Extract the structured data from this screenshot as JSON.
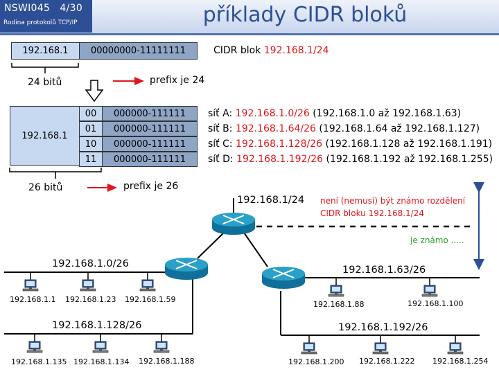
{
  "header": {
    "course": "NSWI045   4/30",
    "subtitle": "Rodina protokolů TCP/IP",
    "title": "příklady CIDR bloků"
  },
  "cidr": {
    "prefix_cell": "192.168.1",
    "suffix_cell": "00000000-11111111",
    "label": "CIDR blok ",
    "label_value": "192.168.1/24",
    "bits": "24 bitů",
    "prefix_note": "prefix je 24"
  },
  "subnets": {
    "prefix_cell": "192.168.1",
    "rows": [
      {
        "bits": "00",
        "range": "000000-111111",
        "name": "síť A: ",
        "cidr": "192.168.1.0/26",
        "span": " (192.168.1.0 až 192.168.1.63)"
      },
      {
        "bits": "01",
        "range": "000000-111111",
        "name": "síť B: ",
        "cidr": "192.168.1.64/26",
        "span": " (192.168.1.64 až 192.168.1.127)"
      },
      {
        "bits": "10",
        "range": "000000-111111",
        "name": "síť C: ",
        "cidr": "192.168.1.128/26",
        "span": " (192.168.1.128 až 192.168.1.191)"
      },
      {
        "bits": "11",
        "range": "000000-111111",
        "name": "síť D: ",
        "cidr": "192.168.1.192/26",
        "span": " (192.168.1.192 až 192.168.1.255)"
      }
    ],
    "bits": "26 bitů",
    "prefix_note": "prefix je 26"
  },
  "topology": {
    "uplink": "192.168.1/24",
    "unknown_note_1": "není (nemusí) být známo rozdělení",
    "unknown_note_2": "CIDR bloku 192.168.1/24",
    "known_note": "je známo .....",
    "net_a": "192.168.1.0/26",
    "net_b": "192.168.1.63/26",
    "net_c": "192.168.1.128/26",
    "net_d": "192.168.1.192/26",
    "hosts_a": [
      "192.168.1.1",
      "192.168.1.23",
      "192.168.1.59"
    ],
    "hosts_b": [
      "192.168.1.88",
      "192.168.1.100"
    ],
    "hosts_c": [
      "192.168.1.135",
      "192.168.1.134",
      "192.168.1.188"
    ],
    "hosts_d": [
      "192.168.1.200",
      "192.168.1.222",
      "192.168.1.254"
    ]
  },
  "colors": {
    "accent": "#e0161b",
    "brand": "#2d4f95",
    "known": "#2e9e2e",
    "router": "#1f8fb5"
  }
}
